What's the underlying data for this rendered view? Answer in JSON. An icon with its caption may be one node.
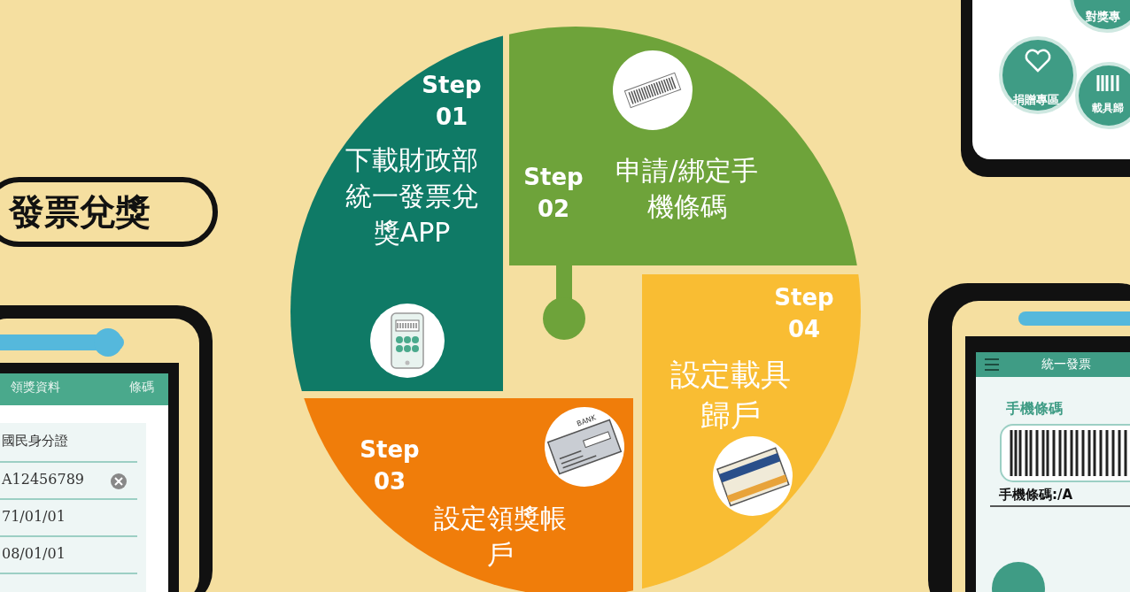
{
  "diagram": {
    "nodes": [
      {
        "text": [
          "Step 01",
          "下載財政部統一發票兌獎APP"
        ]
      },
      {
        "text": [
          "Step 02",
          "申請/綁定手機條碼"
        ]
      },
      {
        "text": [
          "Step 03",
          "設定領獎帳戶"
        ]
      },
      {
        "text": [
          "Step 04",
          "設定載具歸戶"
        ]
      }
    ],
    "labels": [
      "發票兌獎",
      "領獎資料",
      "條碼",
      "國民身分證",
      "A12456789",
      "71/01/01",
      "08/01/01",
      "對獎專",
      "捐贈專區",
      "載具歸",
      "統一發票",
      "手機條碼",
      "手機條碼:/A",
      "BANK"
    ]
  }
}
